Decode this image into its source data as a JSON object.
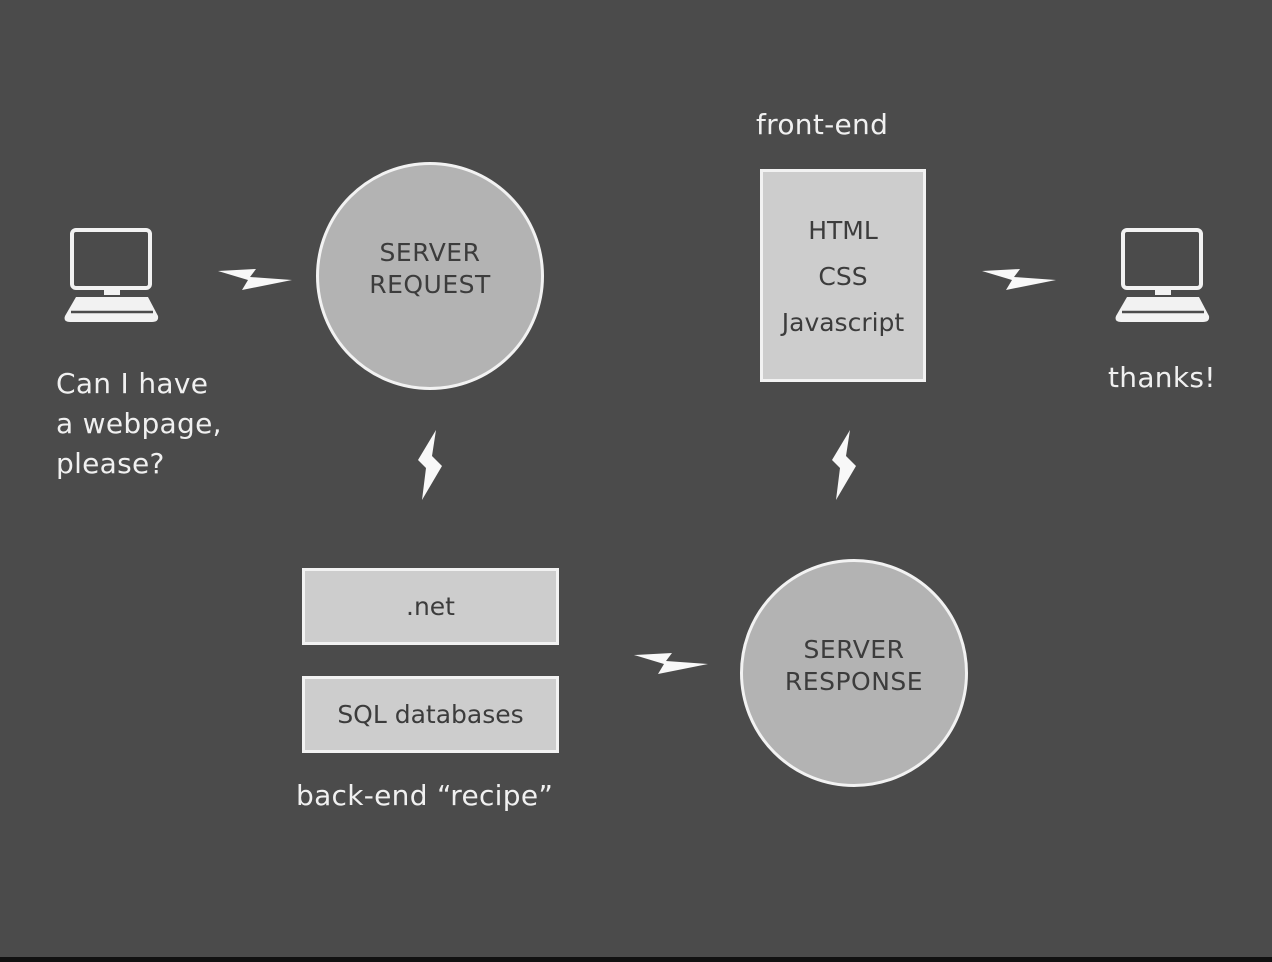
{
  "diagram": {
    "client_left": {
      "icon": "computer-icon",
      "question_lines": [
        "Can I have",
        "a webpage,",
        "please?"
      ]
    },
    "server_request": {
      "lines": [
        "SERVER",
        "REQUEST"
      ]
    },
    "front_end": {
      "title": "front-end",
      "items": [
        "HTML",
        "CSS",
        "Javascript"
      ]
    },
    "client_right": {
      "icon": "computer-icon",
      "reply": "thanks!"
    },
    "back_end": {
      "items": [
        ".net",
        "SQL databases"
      ],
      "caption": "back-end “recipe”"
    },
    "server_response": {
      "lines": [
        "SERVER",
        "RESPONSE"
      ]
    },
    "connectors": [
      {
        "from": "client_left",
        "to": "server_request",
        "icon": "lightning-bolt-icon"
      },
      {
        "from": "server_request",
        "to": "back_end",
        "icon": "lightning-bolt-icon"
      },
      {
        "from": "back_end",
        "to": "server_response",
        "icon": "lightning-bolt-icon"
      },
      {
        "from": "server_response",
        "to": "front_end",
        "icon": "lightning-bolt-icon"
      },
      {
        "from": "front_end",
        "to": "client_right",
        "icon": "lightning-bolt-icon"
      }
    ],
    "colors": {
      "background": "#4b4b4b",
      "circle_fill": "#b3b3b3",
      "box_fill": "#cdcdcd",
      "outline": "#f2f2f2",
      "text_dark": "#3c3c3c",
      "text_light": "#f0f0f0"
    }
  }
}
